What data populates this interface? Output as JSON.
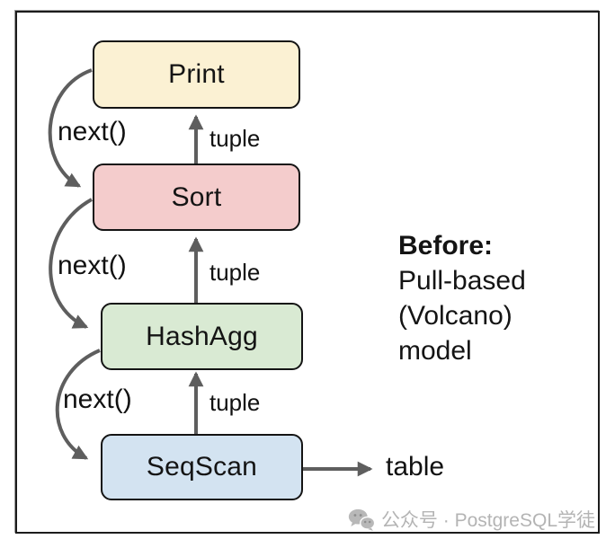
{
  "diagram": {
    "nodes": [
      {
        "label": "Print",
        "fill": "#FBF1D3"
      },
      {
        "label": "Sort",
        "fill": "#F4CCCC"
      },
      {
        "label": "HashAgg",
        "fill": "#D9EAD3"
      },
      {
        "label": "SeqScan",
        "fill": "#D3E3F1"
      }
    ],
    "call_labels": [
      "next()",
      "next()",
      "next()"
    ],
    "flow_labels": [
      "tuple",
      "tuple",
      "tuple"
    ],
    "output_label": "table",
    "annotation": {
      "heading": "Before:",
      "lines": [
        "Pull-based",
        "(Volcano)",
        "model"
      ]
    }
  },
  "watermark": {
    "icon": "wechat-icon",
    "text": "公众号 · PostgreSQL学徒"
  },
  "colors": {
    "arrow": "#5E5E5E",
    "node_border": "#141414",
    "frame_border": "#1C1C1C",
    "watermark": "#B4B4B4"
  }
}
